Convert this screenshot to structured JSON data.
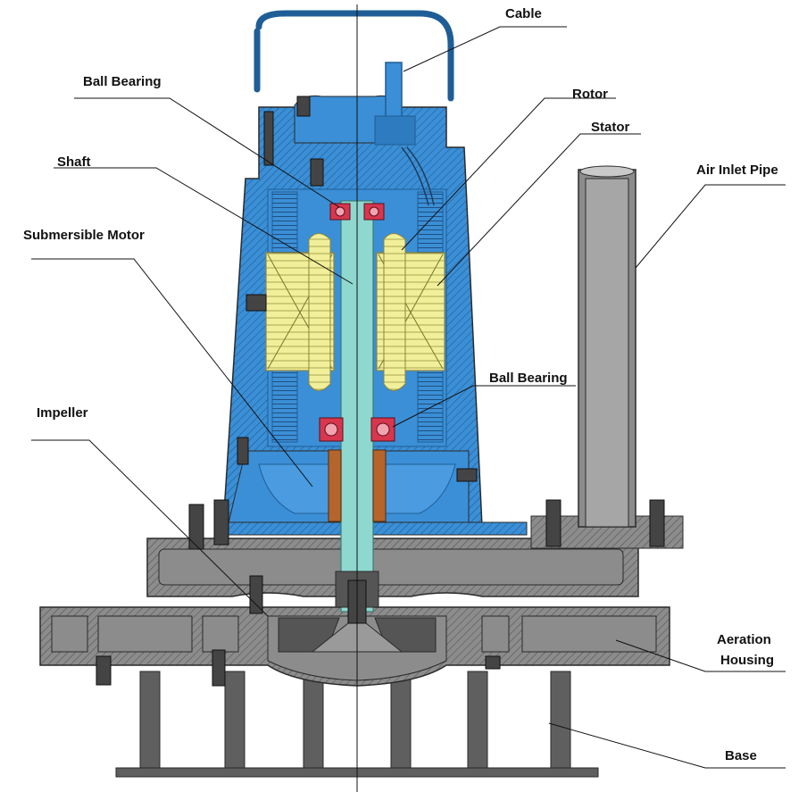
{
  "labels": {
    "cable": "Cable",
    "ball_bearing_top": "Ball Bearing",
    "rotor": "Rotor",
    "stator": "Stator",
    "shaft": "Shaft",
    "air_inlet_pipe": "Air Inlet Pipe",
    "submersible_motor": "Submersible Motor",
    "ball_bearing_bottom": "Ball Bearing",
    "impeller": "Impeller",
    "aeration_housing_1": "Aeration",
    "aeration_housing_2": "Housing",
    "base": "Base"
  },
  "colors": {
    "motor_blue": "#3b8fd6",
    "motor_dark": "#1f5d96",
    "stator_yellow": "#f2ef9a",
    "shaft_cyan": "#8fd8d0",
    "bearing_red": "#d8364e",
    "seal_brown": "#b5652b",
    "housing_grey": "#8c8c8c",
    "housing_dark": "#5f5f5f",
    "outline": "#2a2a2a"
  }
}
